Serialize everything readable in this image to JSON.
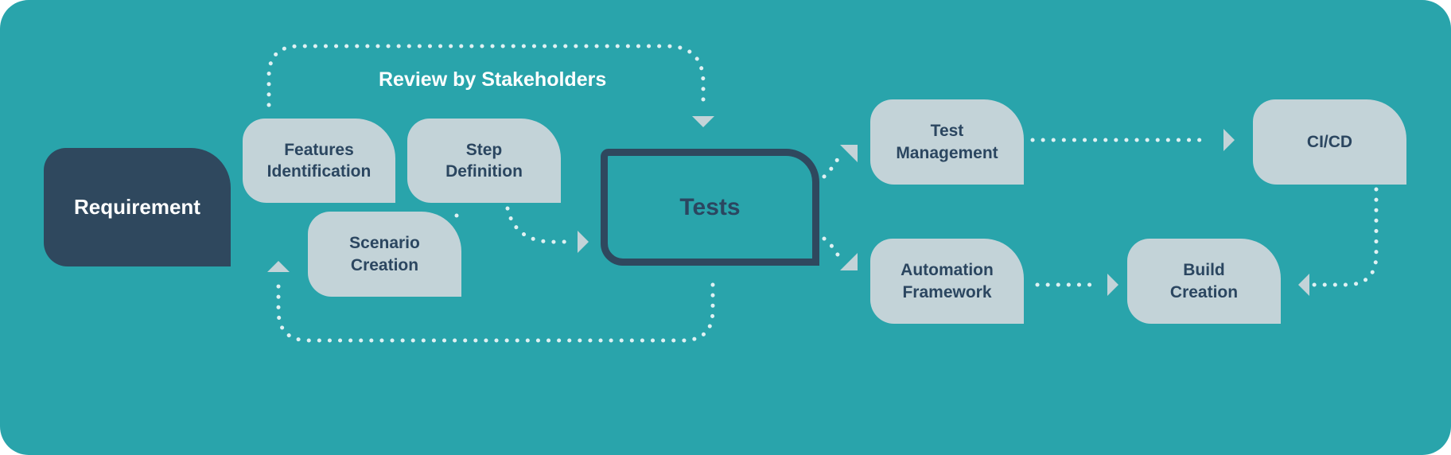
{
  "diagram": {
    "background_color": "#29a4ab",
    "node_color": "#c3d3d8",
    "dark_node_color": "#2f485e",
    "text_color": "#2b4660",
    "review_label": "Review by Stakeholders",
    "nodes": {
      "requirement": "Requirement",
      "features": "Features\nIdentification",
      "step": "Step\nDefinition",
      "scenario": "Scenario\nCreation",
      "tests": "Tests",
      "test_management": "Test\nManagement",
      "automation_framework": "Automation\nFramework",
      "cicd": "CI/CD",
      "build_creation": "Build\nCreation"
    }
  }
}
